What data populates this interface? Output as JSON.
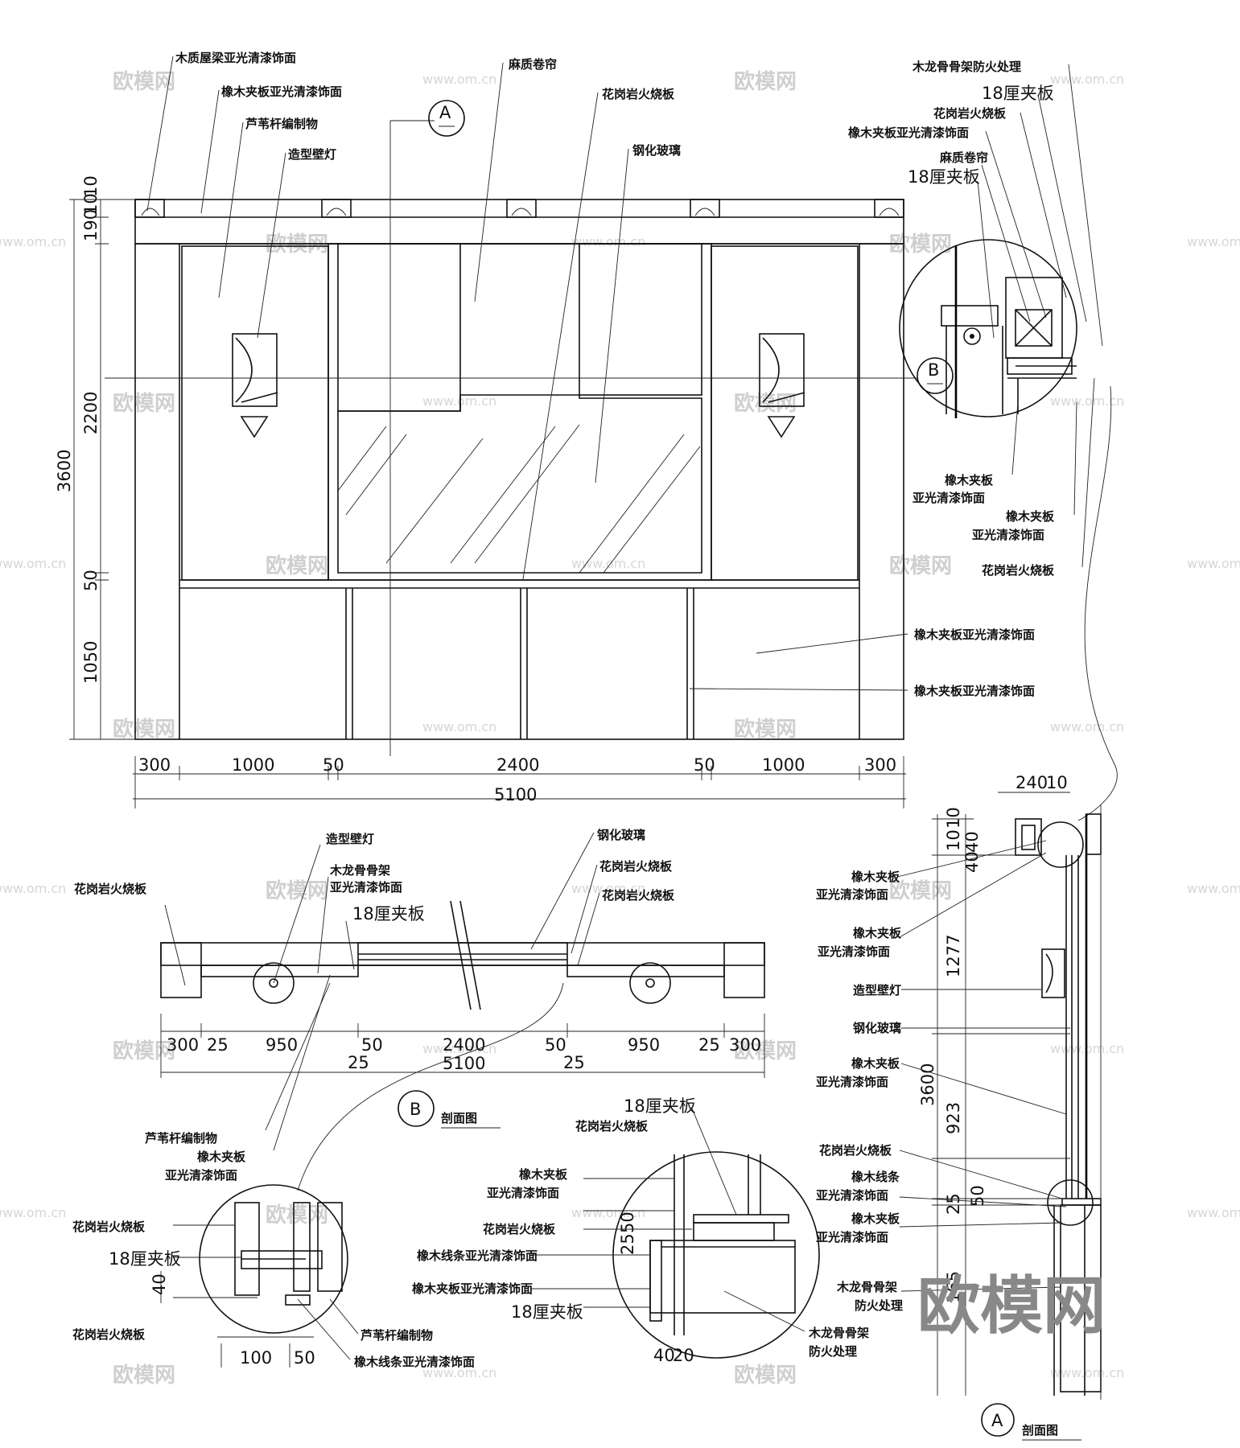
{
  "watermark": {
    "brand": "欧模网",
    "url": "www.om.cn"
  },
  "elevation": {
    "labels": {
      "beam": "木质屋梁亚光清漆饰面",
      "curtain": "麻质卷帘",
      "granite_top": "花岗岩火烧板",
      "oak_panel_top": "橡木夹板亚光清漆饰面",
      "reed": "芦苇杆编制物",
      "sconce": "造型壁灯",
      "glass": "钢化玻璃",
      "oak_panel_low1": "橡木夹板亚光清漆饰面",
      "oak_panel_low2": "橡木夹板亚光清漆饰面"
    },
    "section_marks": {
      "a": "A",
      "b": "B"
    },
    "dims_vertical": [
      "10",
      "190",
      "10",
      "2200",
      "3600",
      "50",
      "1050"
    ],
    "dims_horizontal": [
      "300",
      "1000",
      "50",
      "2400",
      "50",
      "1000",
      "300"
    ],
    "total": "5100"
  },
  "detail_top_right": {
    "labels": {
      "keel": "木龙骨骨架防火处理",
      "ply18a": "18厘夹板",
      "granite": "花岗岩火烧板",
      "oak_panel": "橡木夹板亚光清漆饰面",
      "curtain": "麻质卷帘",
      "ply18b": "18厘夹板",
      "oak1_a": "橡木夹板",
      "oak1_b": "亚光清漆饰面",
      "oak2_a": "橡木夹板",
      "oak2_b": "亚光清漆饰面",
      "granite2": "花岗岩火烧板"
    }
  },
  "plan": {
    "labels": {
      "sconce": "造型壁灯",
      "keel_a": "木龙骨骨架",
      "keel_b": "亚光清漆饰面",
      "ply18": "18厘夹板",
      "granite_left": "花岗岩火烧板",
      "glass": "钢化玻璃",
      "granite_r1": "花岗岩火烧板",
      "granite_r2": "花岗岩火烧板",
      "reed": "芦苇杆编制物",
      "oak_a": "橡木夹板",
      "oak_b": "亚光清漆饰面"
    },
    "dims_top": [
      "300",
      "25",
      "950",
      "50",
      "2400",
      "50",
      "950",
      "25",
      "300"
    ],
    "dims_bottom": [
      "25",
      "5100",
      "25"
    ],
    "section_mark": "B",
    "title": "剖面图"
  },
  "detail_bottom_left": {
    "labels": {
      "granite1": "花岗岩火烧板",
      "ply18": "18厘夹板",
      "granite2": "花岗岩火烧板",
      "reed": "芦苇杆编制物",
      "oak_line": "橡木线条亚光清漆饰面"
    },
    "dims": [
      "40",
      "100",
      "50"
    ]
  },
  "detail_bottom_mid": {
    "labels": {
      "ply18_top": "18厘夹板",
      "granite_top": "花岗岩火烧板",
      "oak_a": "橡木夹板",
      "oak_b": "亚光清漆饰面",
      "granite": "花岗岩火烧板",
      "oak_line": "橡木线条亚光清漆饰面",
      "oak_panel": "橡木夹板亚光清漆饰面",
      "ply18": "18厘夹板",
      "keel_a": "木龙骨骨架",
      "keel_b": "防火处理"
    },
    "dims": [
      "25",
      "50",
      "40",
      "20"
    ]
  },
  "section_a": {
    "top_dims": [
      "240",
      "10"
    ],
    "side_dims": [
      "10",
      "10",
      "40",
      "40"
    ],
    "dims": [
      "1277",
      "3600",
      "923",
      "25",
      "50",
      "165"
    ],
    "labels": {
      "oak1_a": "橡木夹板",
      "oak1_b": "亚光清漆饰面",
      "oak2_a": "橡木夹板",
      "oak2_b": "亚光清漆饰面",
      "sconce": "造型壁灯",
      "glass": "钢化玻璃",
      "oak3_a": "橡木夹板",
      "oak3_b": "亚光清漆饰面",
      "granite": "花岗岩火烧板",
      "oakline_a": "橡木线条",
      "oakline_b": "亚光清漆饰面",
      "oak4_a": "橡木夹板",
      "oak4_b": "亚光清漆饰面",
      "keel_a": "木龙骨骨架",
      "keel_b": "防火处理"
    },
    "section_mark": "A",
    "title": "剖面图"
  }
}
